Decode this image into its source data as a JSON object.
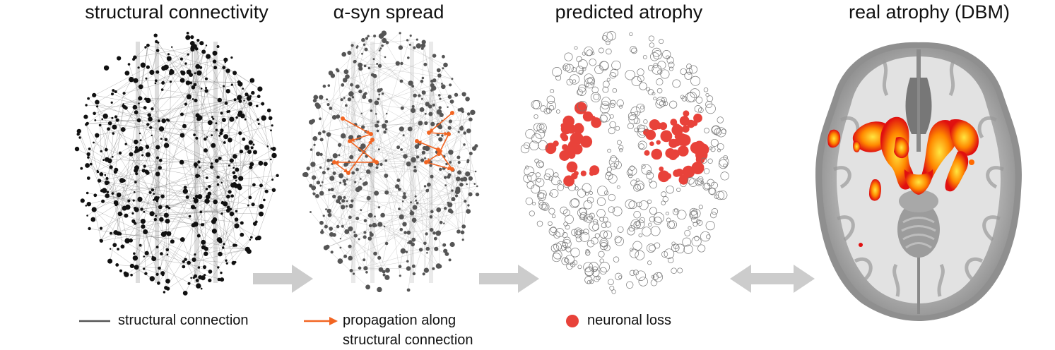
{
  "titles": {
    "panel1": "structural connectivity",
    "panel2": "α-syn spread",
    "panel3": "predicted atrophy",
    "panel4": "real atrophy (DBM)"
  },
  "legend": {
    "connection": "structural connection",
    "propagation_line1": "propagation along",
    "propagation_line2": "structural connection",
    "loss": "neuronal loss"
  },
  "colors": {
    "edge_dark": "#555555",
    "node_dark": "#111111",
    "node_grey": "#555555",
    "edge_light": "#aaaaaa",
    "propagation": "#f26522",
    "neuronal_loss": "#e8423a",
    "arrow_grey": "#cccccc"
  }
}
